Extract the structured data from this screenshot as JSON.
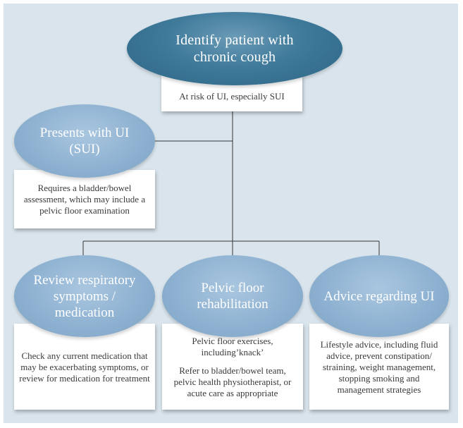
{
  "top": {
    "title": "Identify patient with\nchronic cough",
    "note": "At risk of UI, especially SUI"
  },
  "presents": {
    "title": "Presents with UI\n(SUI)",
    "note": "Requires a bladder/bowel\nassessment, which may include a\npelvic floor examination"
  },
  "review": {
    "title": "Review respiratory\nsymptoms /\nmedication",
    "note": "Check any current medication that\nmay be exacerbating symptoms, or\nreview for medication for treatment"
  },
  "pelvic": {
    "title": "Pelvic floor\nrehabilitation",
    "note1": "Pelvic floor exercises,\nincluding’knack’",
    "note2": "Refer to bladder/bowel team,\npelvic health physiotherapist, or\nacute care as appropriate"
  },
  "advice": {
    "title": "Advice regarding UI",
    "note": "Lifestyle advice, including fluid\nadvice, prevent constipation/\nstraining, weight management,\nstopping smoking and\nmanagement strategies"
  }
}
